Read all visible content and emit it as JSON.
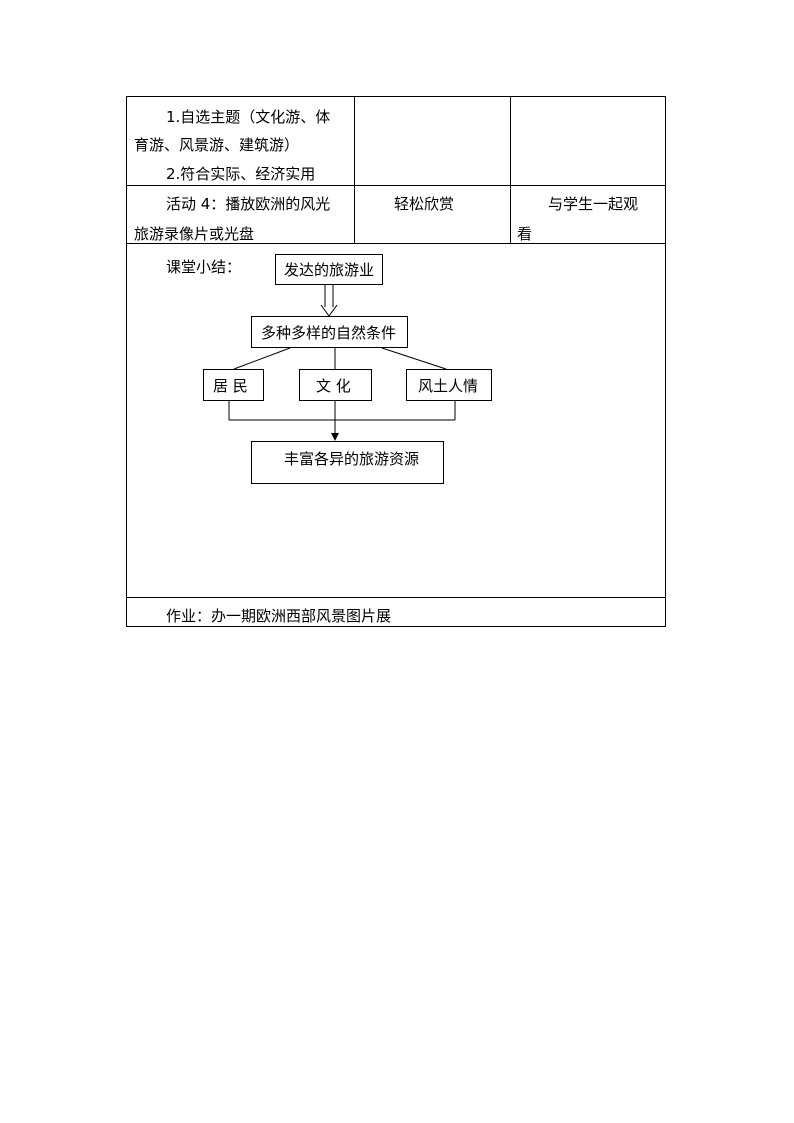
{
  "row1": {
    "line1": "1.自选主题（文化游、体",
    "line2": "育游、风景游、建筑游）",
    "line3": "2.符合实际、经济实用"
  },
  "row2": {
    "activity_line1": "活动 4：播放欧洲的风光",
    "activity_line2": "旅游录像片或光盘",
    "student": "轻松欣赏",
    "teacher_line1": "与学生一起观",
    "teacher_line2": "看"
  },
  "summary": {
    "label": "课堂小结：",
    "diagram": {
      "top": "发达的旅游业",
      "middle": "多种多样的自然条件",
      "branch_left": "居 民",
      "branch_center": "文 化",
      "branch_right": "风土人情",
      "bottom": "丰富各异的旅游资源"
    }
  },
  "homework": "作业：办一期欧洲西部风景图片展"
}
